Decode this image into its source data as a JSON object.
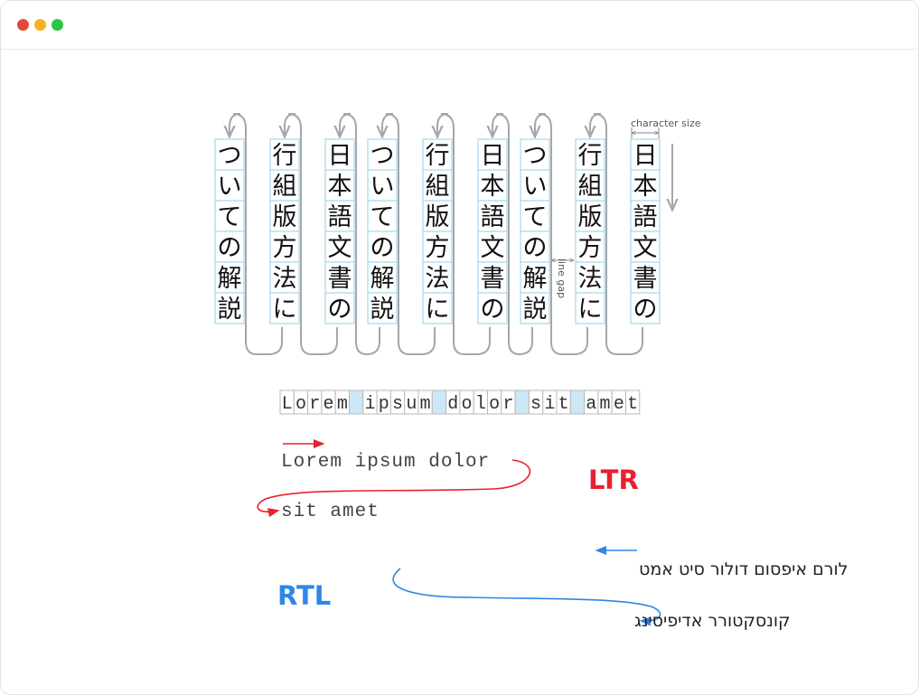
{
  "window": {
    "traffic_lights": [
      {
        "name": "close",
        "color": "#e5483a"
      },
      {
        "name": "minimize",
        "color": "#f4b224"
      },
      {
        "name": "zoom",
        "color": "#29c840"
      }
    ]
  },
  "vertical": {
    "columns": [
      "日本語文書の",
      "行組版方法に",
      "ついての解説",
      "日本語文書の",
      "行組版方法に",
      "ついての解説",
      "日本語文書の",
      "行組版方法に",
      "ついての解説"
    ],
    "character_size_label": "character size",
    "line_gap_label": "line gap"
  },
  "grid_text": {
    "chars": [
      "L",
      "o",
      "r",
      "e",
      "m",
      " ",
      "i",
      "p",
      "s",
      "u",
      "m",
      " ",
      "d",
      "o",
      "l",
      "o",
      "r",
      " ",
      "s",
      "i",
      "t",
      " ",
      "a",
      "m",
      "e",
      "t"
    ]
  },
  "ltr": {
    "label": "LTR",
    "line1": "Lorem ipsum dolor",
    "line2": "sit amet",
    "color": "#e8212e"
  },
  "rtl": {
    "label": "RTL",
    "line1": "לורם איפסום דולור סיט אמט",
    "line2": "קונסקטורר אדיפיסינג",
    "color": "#2f86e6"
  },
  "colors": {
    "grid_border": "#8fd0ea",
    "space_fill": "#cce8f6",
    "flow_arrow": "#a7a7a7"
  }
}
